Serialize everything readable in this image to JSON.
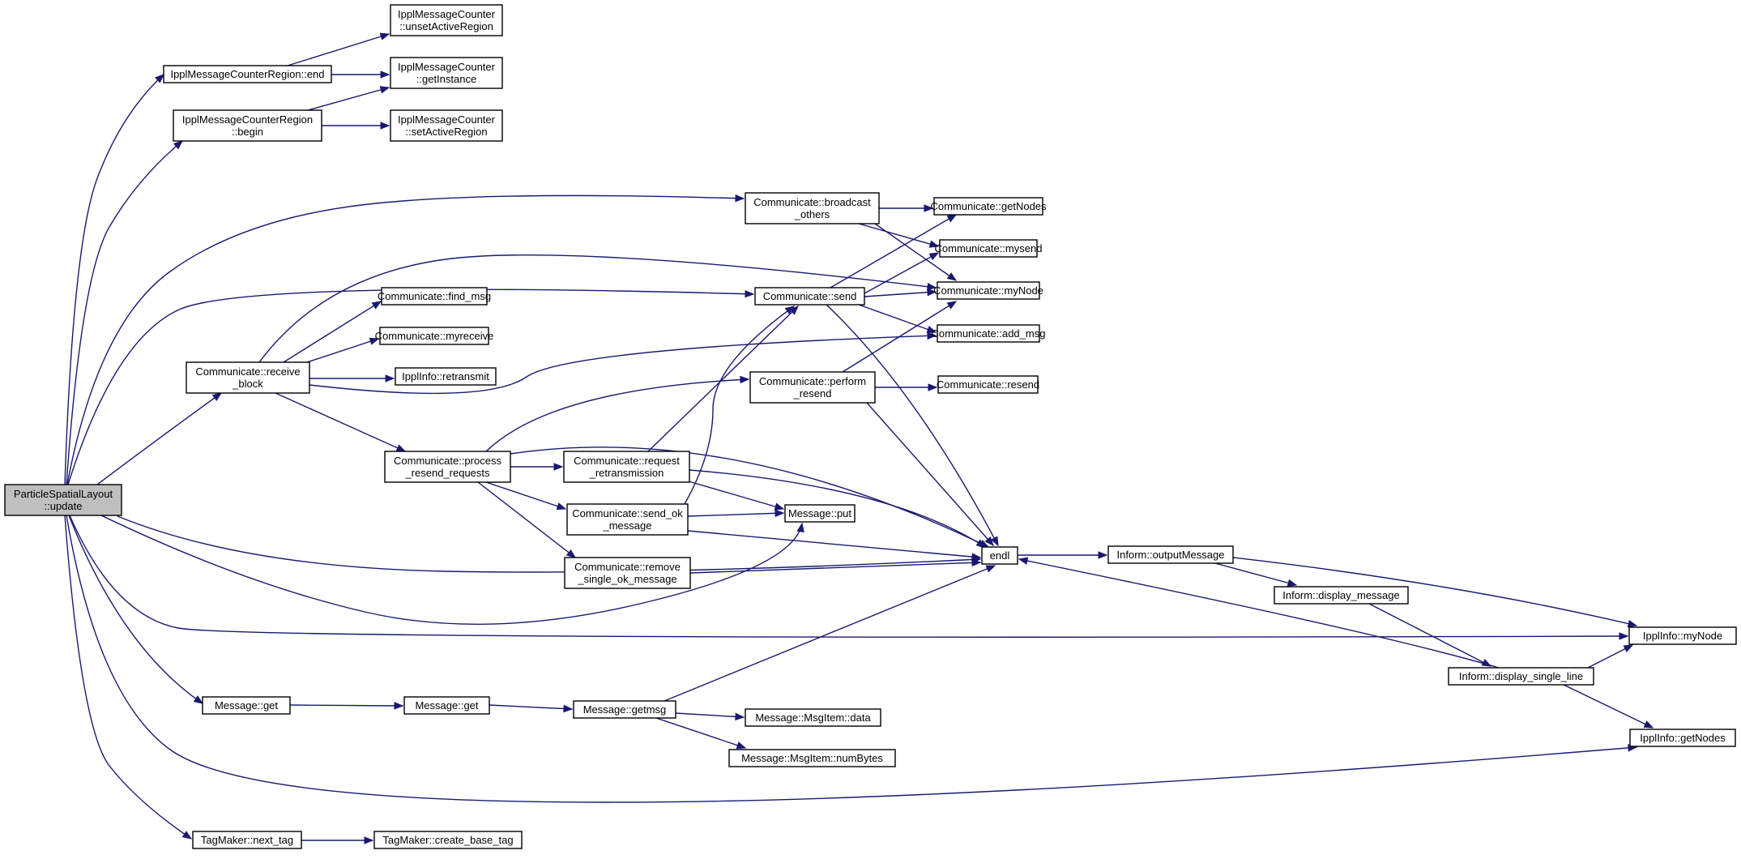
{
  "diagram": {
    "colors": {
      "edge": "#191970",
      "node_fill": "#ffffff",
      "root_fill": "#bfbfbf",
      "border": "#000000"
    },
    "nodes": [
      {
        "id": "root",
        "lines": [
          "ParticleSpatialLayout",
          "::update"
        ],
        "root": true
      },
      {
        "id": "mcr_end",
        "lines": [
          "IpplMessageCounterRegion::end"
        ]
      },
      {
        "id": "mcr_begin",
        "lines": [
          "IpplMessageCounterRegion",
          "::begin"
        ]
      },
      {
        "id": "mc_unset",
        "lines": [
          "IpplMessageCounter",
          "::unsetActiveRegion"
        ]
      },
      {
        "id": "mc_getinst",
        "lines": [
          "IpplMessageCounter",
          "::getInstance"
        ]
      },
      {
        "id": "mc_set",
        "lines": [
          "IpplMessageCounter",
          "::setActiveRegion"
        ]
      },
      {
        "id": "c_bcast",
        "lines": [
          "Communicate::broadcast",
          "_others"
        ]
      },
      {
        "id": "c_getnodes",
        "lines": [
          "Communicate::getNodes"
        ]
      },
      {
        "id": "c_mysend",
        "lines": [
          "Communicate::mysend"
        ]
      },
      {
        "id": "c_send",
        "lines": [
          "Communicate::send"
        ]
      },
      {
        "id": "c_mynode",
        "lines": [
          "Communicate::myNode"
        ]
      },
      {
        "id": "c_addmsg",
        "lines": [
          "Communicate::add_msg"
        ]
      },
      {
        "id": "c_findmsg",
        "lines": [
          "Communicate::find_msg"
        ]
      },
      {
        "id": "c_myreceive",
        "lines": [
          "Communicate::myreceive"
        ]
      },
      {
        "id": "c_recv",
        "lines": [
          "Communicate::receive",
          "_block"
        ]
      },
      {
        "id": "ii_retransmit",
        "lines": [
          "IpplInfo::retransmit"
        ]
      },
      {
        "id": "c_perform",
        "lines": [
          "Communicate::perform",
          "_resend"
        ]
      },
      {
        "id": "c_resend",
        "lines": [
          "Communicate::resend"
        ]
      },
      {
        "id": "c_process",
        "lines": [
          "Communicate::process",
          "_resend_requests"
        ]
      },
      {
        "id": "c_reqretrans",
        "lines": [
          "Communicate::request",
          "_retransmission"
        ]
      },
      {
        "id": "c_sendok",
        "lines": [
          "Communicate::send_ok",
          "_message"
        ]
      },
      {
        "id": "m_put",
        "lines": [
          "Message::put"
        ]
      },
      {
        "id": "endl",
        "lines": [
          "endl"
        ]
      },
      {
        "id": "inf_output",
        "lines": [
          "Inform::outputMessage"
        ]
      },
      {
        "id": "c_remove",
        "lines": [
          "Communicate::remove",
          "_single_ok_message"
        ]
      },
      {
        "id": "inf_display",
        "lines": [
          "Inform::display_message"
        ]
      },
      {
        "id": "ii_mynode",
        "lines": [
          "IpplInfo::myNode"
        ]
      },
      {
        "id": "inf_single",
        "lines": [
          "Inform::display_single_line"
        ]
      },
      {
        "id": "m_get1",
        "lines": [
          "Message::get"
        ]
      },
      {
        "id": "m_get2",
        "lines": [
          "Message::get"
        ]
      },
      {
        "id": "m_getmsg",
        "lines": [
          "Message::getmsg"
        ]
      },
      {
        "id": "mi_data",
        "lines": [
          "Message::MsgItem::data"
        ]
      },
      {
        "id": "mi_numbytes",
        "lines": [
          "Message::MsgItem::numBytes"
        ]
      },
      {
        "id": "ii_getnodes",
        "lines": [
          "IpplInfo::getNodes"
        ]
      },
      {
        "id": "tm_next",
        "lines": [
          "TagMaker::next_tag"
        ]
      },
      {
        "id": "tm_create",
        "lines": [
          "TagMaker::create_base_tag"
        ]
      }
    ]
  }
}
